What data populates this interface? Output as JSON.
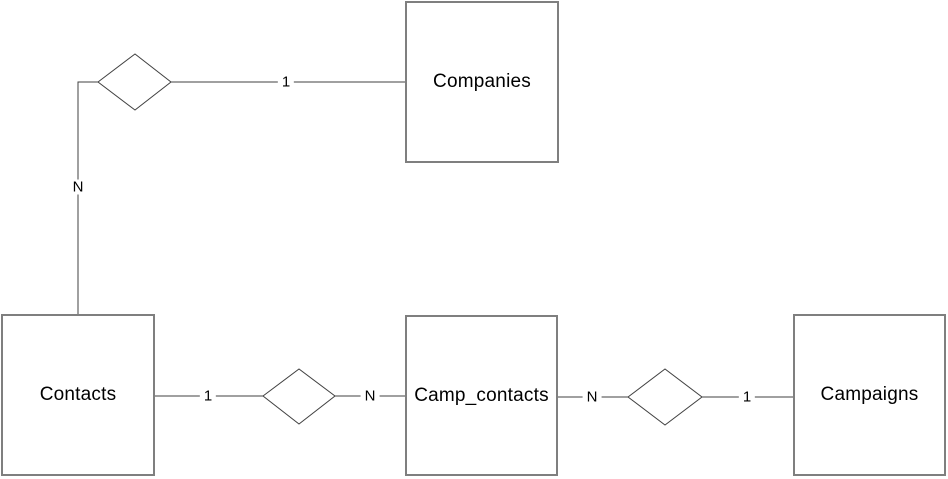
{
  "diagram": {
    "kind": "entity-relationship-diagram",
    "colors": {
      "background": "#ffffff",
      "entity_border": "#7f7f7f",
      "connector_line": "#404040",
      "text": "#000000"
    },
    "entities": [
      {
        "label": "Companies"
      },
      {
        "label": "Contacts"
      },
      {
        "label": "Camp_contacts"
      },
      {
        "label": "Campaigns"
      }
    ],
    "relationships": [
      {
        "from": "Contacts",
        "to": "Companies",
        "cardinality_from": "N",
        "cardinality_to": "1"
      },
      {
        "from": "Contacts",
        "to": "Camp_contacts",
        "cardinality_from": "1",
        "cardinality_to": "N"
      },
      {
        "from": "Camp_contacts",
        "to": "Campaigns",
        "cardinality_from": "N",
        "cardinality_to": "1"
      }
    ],
    "cardinality_labels": [
      {
        "value": "1",
        "near": "Companies"
      },
      {
        "value": "N",
        "near": "Contacts (vertical line)"
      },
      {
        "value": "1",
        "near": "Contacts (right)"
      },
      {
        "value": "N",
        "near": "Camp_contacts (left)"
      },
      {
        "value": "N",
        "near": "Camp_contacts (right)"
      },
      {
        "value": "1",
        "near": "Campaigns"
      }
    ]
  }
}
